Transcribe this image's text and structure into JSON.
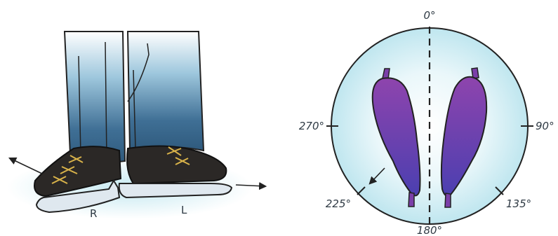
{
  "skates_figure": {
    "right_skate_label": "R",
    "left_skate_label": "L"
  },
  "dial_figure": {
    "angles": {
      "top": "0°",
      "right": "90°",
      "lower_right": "135°",
      "bottom": "180°",
      "lower_left": "225°",
      "left": "270°"
    }
  },
  "colors": {
    "trousers": "#3f6f95",
    "boots": "#2b2826",
    "laces": "#d9b34a",
    "blades": "#dfe8ef",
    "ice_glow": "#bfe6ef",
    "footprints": "#7b3fa9",
    "outline": "#222222"
  }
}
